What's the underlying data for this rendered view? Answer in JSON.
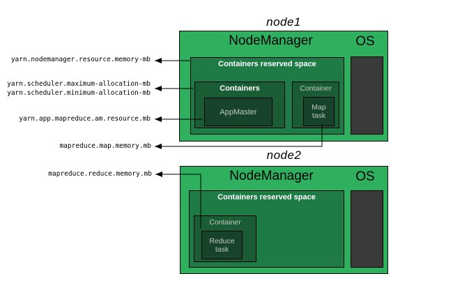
{
  "colors": {
    "node_green": "#2fb05f",
    "reserved_green": "#1e7b45",
    "container_green": "#1a5c34",
    "task_green": "#16432a",
    "os_gray": "#3a3a3a",
    "line_black": "#000000",
    "dim_label": "#bcc9bf"
  },
  "params": {
    "nodemanager_memory": "yarn.nodemanager.resource.memory-mb",
    "scheduler_max": "yarn.scheduler.maximum-allocation-mb",
    "scheduler_min": "yarn.scheduler.minimum-allocation-mb",
    "am_resource": "yarn.app.mapreduce.am.resource.mb",
    "map_memory": "mapreduce.map.memory.mb",
    "reduce_memory": "mapreduce.reduce.memory.mb"
  },
  "node1": {
    "title": "node1",
    "nodemanager": "NodeManager",
    "os": "OS",
    "reserved": "Containers reserved space",
    "containers": "Containers",
    "appmaster": "AppMaster",
    "container": "Container",
    "map_line1": "Map",
    "map_line2": "task"
  },
  "node2": {
    "title": "node2",
    "nodemanager": "NodeManager",
    "os": "OS",
    "reserved": "Containers reserved space",
    "container": "Container",
    "reduce_line1": "Reduce",
    "reduce_line2": "task"
  }
}
